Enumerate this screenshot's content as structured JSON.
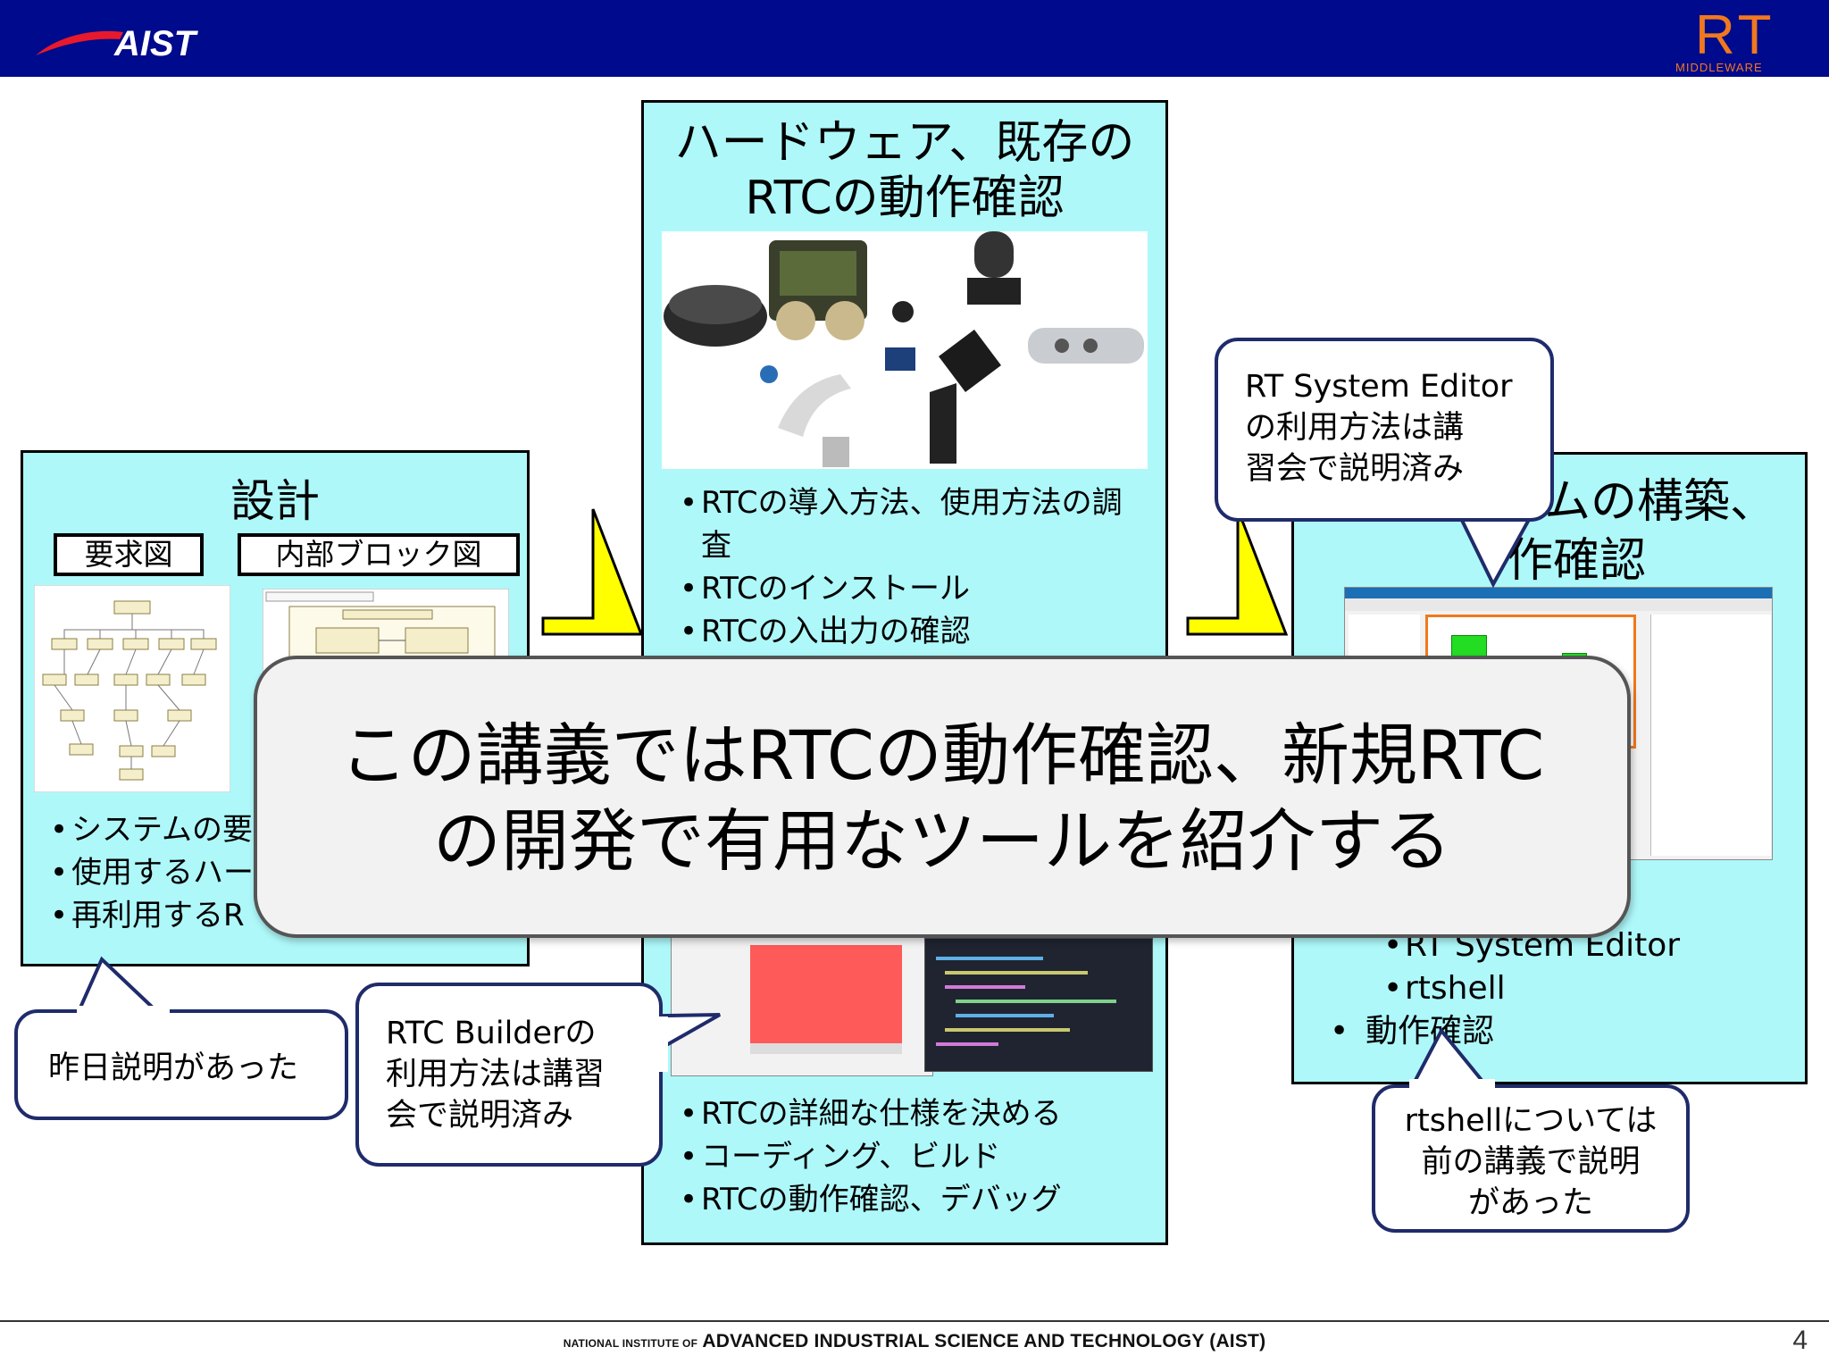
{
  "header": {
    "logo_text": "AIST",
    "rt_logo_mark": "RT",
    "rt_logo_text": "MIDDLEWARE"
  },
  "design_panel": {
    "title": "設計",
    "tag_requirements": "要求図",
    "tag_block": "内部ブロック図",
    "bullets": [
      "システムの要",
      "使用するハー",
      "再利用するR"
    ]
  },
  "hardware_panel": {
    "title_line1": "ハードウェア、既存の",
    "title_line2": "RTCの動作確認",
    "bullets_top": [
      "RTCの導入方法、使用方法の調査",
      "RTCのインストール",
      "RTCの入出力の確認"
    ],
    "bullets_bottom": [
      "RTCの詳細な仕様を決める",
      "コーディング、ビルド",
      "RTCの動作確認、デバッグ"
    ]
  },
  "system_panel": {
    "title_line1": "ムの構築、",
    "title_line2": "作確認",
    "bullets": [
      "RT System Editor",
      "rtshell",
      "動作確認"
    ]
  },
  "main_banner": {
    "line1": "この講義ではRTCの動作確認、新規RTC",
    "line2": "の開発で有用なツールを紹介する"
  },
  "callouts": {
    "yesterday": "昨日説明があった",
    "builder": [
      "RTC Builderの",
      "利用方法は講習",
      "会で説明済み"
    ],
    "editor": [
      "RT System Editor",
      "の利用方法は講",
      "習会で説明済み"
    ],
    "rtshell": [
      "rtshellについては",
      "前の講義で説明",
      "があった"
    ]
  },
  "footer": {
    "small_text": "NATIONAL INSTITUTE OF",
    "big_text": "ADVANCED INDUSTRIAL SCIENCE AND TECHNOLOGY (AIST)",
    "page_number": "4"
  },
  "colors": {
    "header_bg": "#000a8c",
    "panel_bg": "#aef8fa",
    "arrow_yellow": "#ffff00",
    "callout_border": "#1f2b6a",
    "logo_red": "#e8192c",
    "rt_orange": "#f0781e"
  }
}
